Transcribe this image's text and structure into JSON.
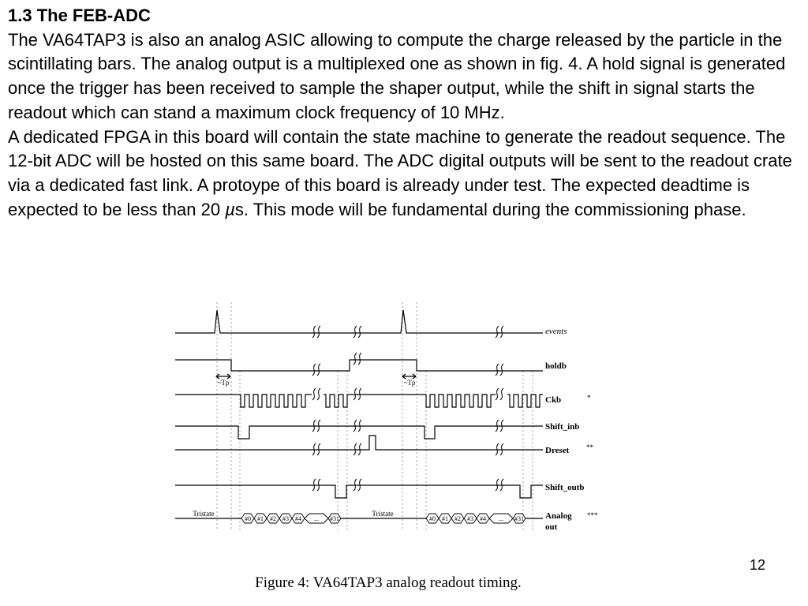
{
  "section": {
    "heading": "1.3 The FEB-ADC",
    "para1": "The VA64TAP3 is also an analog ASIC allowing to compute the charge released by the particle in the scintillating bars.  The analog output is a multiplexed one as shown in fig. 4. A hold signal is generated once the trigger has been received to sample the shaper output, while the shift in signal starts the readout which can stand a maximum clock frequency of 10 MHz.",
    "para2_before_mu": "A dedicated FPGA in this board will contain the state machine to generate the readout sequence. The 12-bit ADC will be hosted on this same board. The ADC digital outputs will be sent to the readout crate via a dedicated fast link. A protoype of this board is already under test. The expected deadtime is expected to be less than 20 ",
    "mu": "µ",
    "para2_after_mu": "s. This mode will be fundamental during the commissioning phase."
  },
  "figure": {
    "caption": "Figure 4: VA64TAP3 analog readout timing.",
    "signals": {
      "events": "events",
      "holdb": "holdb",
      "ckb": "Ckb",
      "shift_inb": "Shift_inb",
      "dreset": "Dreset",
      "shift_outb": "Shift_outb",
      "analog_out_1": "Analog",
      "analog_out_2": "out"
    },
    "markers": {
      "ckb": "*",
      "dreset": "**",
      "analog": "***"
    },
    "tp_label": "~Tp",
    "tristate": "Tristate",
    "channels": [
      "#0",
      "#1",
      "#2",
      "#3",
      "#4",
      "...",
      "#31"
    ]
  },
  "page_number": "12"
}
